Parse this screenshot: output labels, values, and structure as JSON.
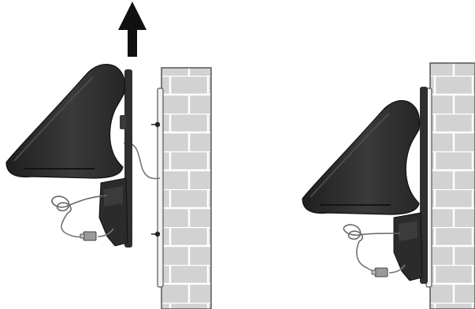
{
  "diagram": {
    "panels": [
      {
        "id": "removing",
        "step": "lift-phone-up-off-wall-mount"
      },
      {
        "id": "mounted",
        "step": "phone-seated-on-wall-mount"
      }
    ],
    "colors": {
      "brick_fill": "#d2d2d2",
      "brick_mortar": "#ffffff",
      "wall_outline": "#555555",
      "phone_body": "#2b2b2b",
      "phone_highlight": "#4a4a4a",
      "cord": "#777777",
      "arrow": "#111111"
    },
    "icons": [
      "up-arrow-icon",
      "wall-screw-icon",
      "phone-jack-connector-icon",
      "coiled-cord-icon"
    ]
  }
}
